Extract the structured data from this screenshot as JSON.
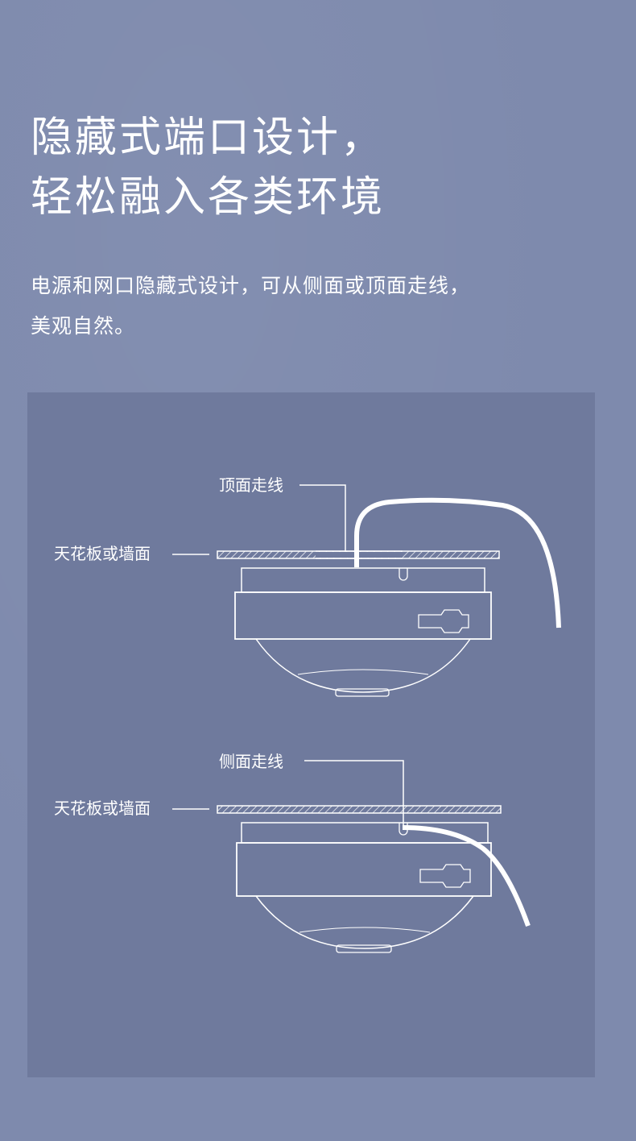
{
  "headline": {
    "line1": "隐藏式端口设计，",
    "line2": "轻松融入各类环境"
  },
  "description": {
    "line1": "电源和网口隐藏式设计，可从侧面或顶面走线，",
    "line2": "美观自然。"
  },
  "diagram_top": {
    "callout_label": "顶面走线",
    "surface_label": "天花板或墙面"
  },
  "diagram_bottom": {
    "callout_label": "侧面走线",
    "surface_label": "天花板或墙面"
  },
  "colors": {
    "page_background": "#7e8aad",
    "panel_background": "#6f7a9d",
    "line": "#ffffff"
  }
}
